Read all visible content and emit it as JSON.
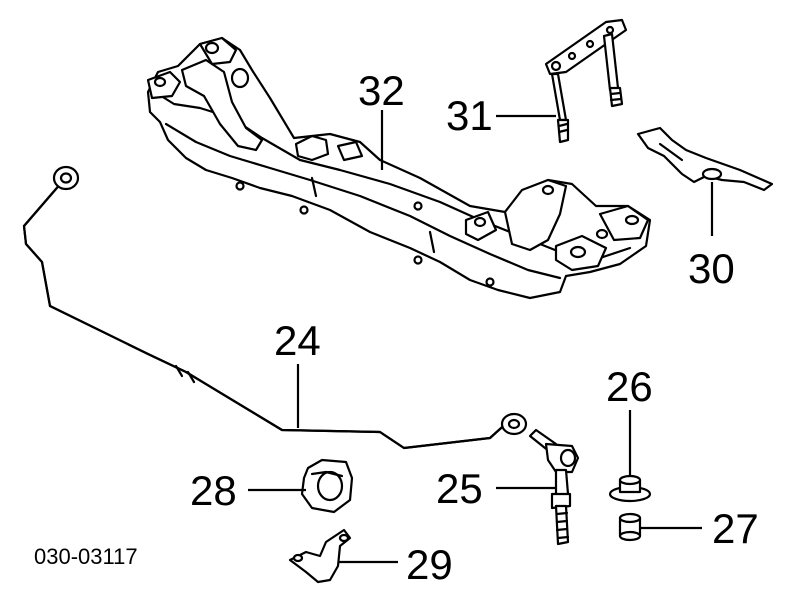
{
  "diagram": {
    "reference_code": "030-03117",
    "callouts": [
      {
        "id": "c24",
        "label": "24"
      },
      {
        "id": "c25",
        "label": "25"
      },
      {
        "id": "c26",
        "label": "26"
      },
      {
        "id": "c27",
        "label": "27"
      },
      {
        "id": "c28",
        "label": "28"
      },
      {
        "id": "c29",
        "label": "29"
      },
      {
        "id": "c30",
        "label": "30"
      },
      {
        "id": "c31",
        "label": "31"
      },
      {
        "id": "c32",
        "label": "32"
      }
    ]
  }
}
